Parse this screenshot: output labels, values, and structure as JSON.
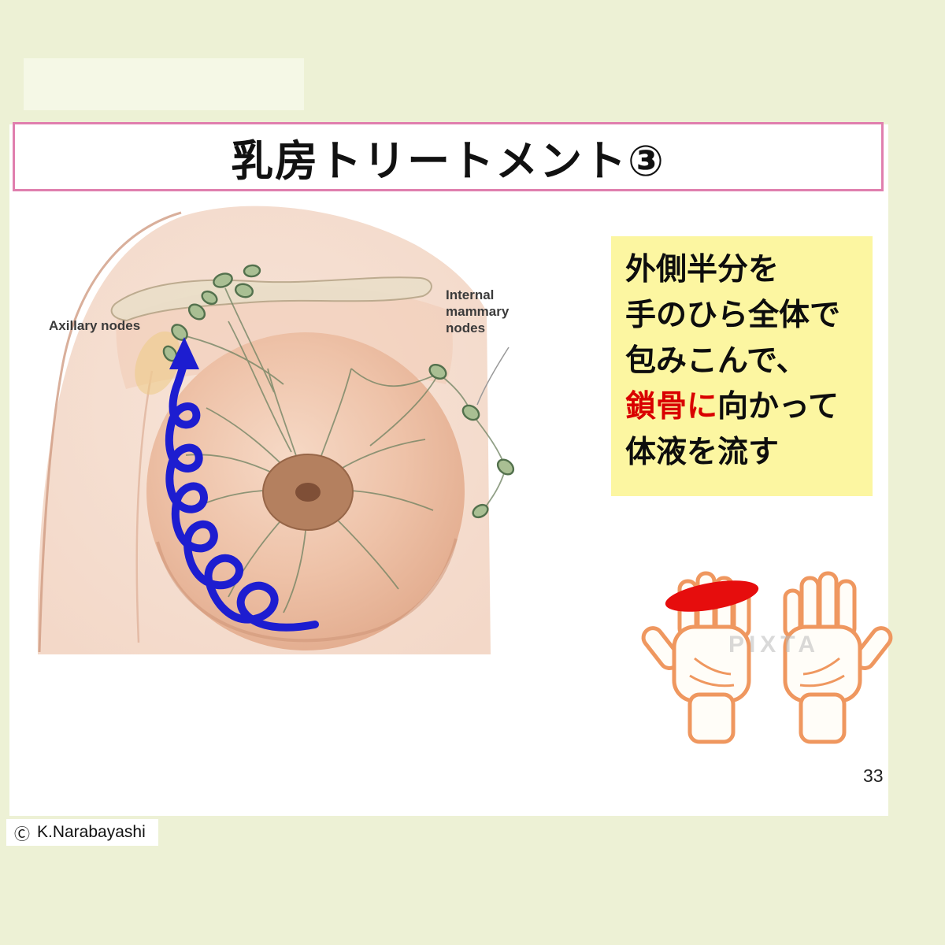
{
  "title": {
    "text": "乳房トリートメント③"
  },
  "diagram": {
    "labels": {
      "axillary": "Axillary nodes",
      "internal_line1": "Internal",
      "internal_line2": "mammary",
      "internal_line3": "nodes"
    }
  },
  "instruction_box": {
    "line1": "外側半分を",
    "line2": "手のひら全体で",
    "line3": "包みこんで、",
    "line4_red": "鎖骨に",
    "line4_rest": "向かって",
    "line5": "体液を流す"
  },
  "watermark": "PIXTA",
  "footer": {
    "page_number": "33",
    "copyright_symbol": "Ⓒ",
    "copyright_name": "K.Narabayashi"
  },
  "colors": {
    "page_background": "#edf1d5",
    "title_border_pink": "#e07fae",
    "instruction_background": "#fcf6a1",
    "instruction_red_text": "#d90000",
    "arrow_blue": "#1d1dd0",
    "hand_outline_orange": "#ef975f",
    "pressure_marker_red": "#e60d0d",
    "lymph_node_green": "#a9bf93"
  }
}
